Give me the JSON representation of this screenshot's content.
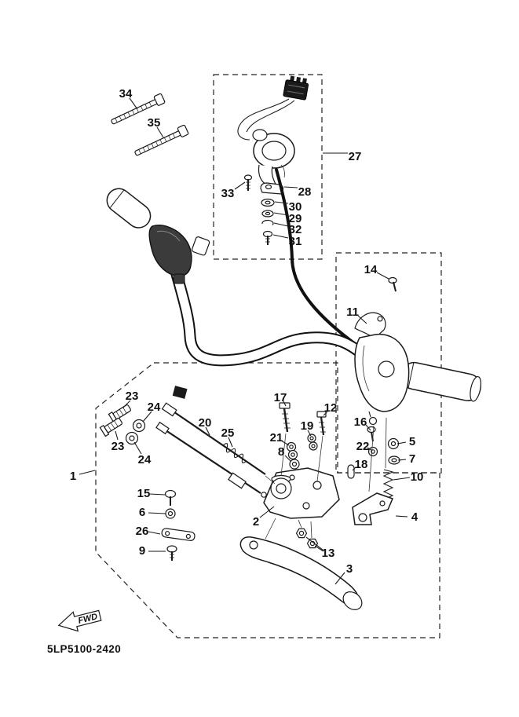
{
  "diagram": {
    "code": "5LP5100-2420",
    "fwd_label": "FWD"
  },
  "callouts": {
    "n1": "1",
    "n2": "2",
    "n3": "3",
    "n4": "4",
    "n5": "5",
    "n6": "6",
    "n7": "7",
    "n8": "8",
    "n9": "9",
    "n10": "10",
    "n11": "11",
    "n12": "12",
    "n13": "13",
    "n14": "14",
    "n15": "15",
    "n16": "16",
    "n17": "17",
    "n18": "18",
    "n19": "19",
    "n20": "20",
    "n21": "21",
    "n22": "22",
    "n23a": "23",
    "n23b": "23",
    "n24a": "24",
    "n24b": "24",
    "n25": "25",
    "n26": "26",
    "n27": "27",
    "n28": "28",
    "n29": "29",
    "n30": "30",
    "n31": "31",
    "n32": "32",
    "n33": "33",
    "n34": "34",
    "n35": "35"
  }
}
